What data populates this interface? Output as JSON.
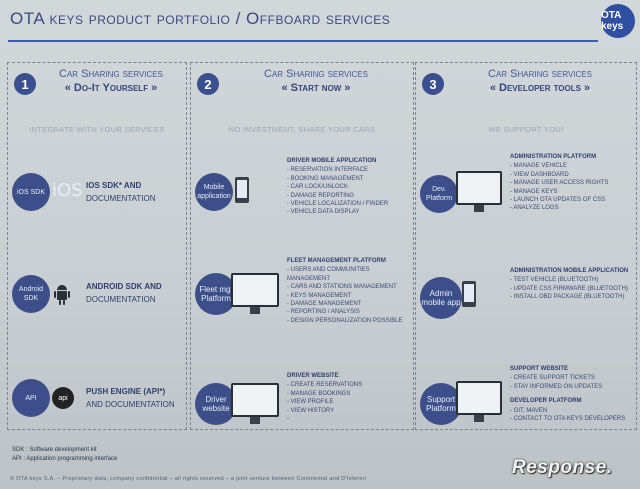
{
  "title": "OTA keys product portfolio / Offboard services",
  "logo_text": "OTA keys",
  "columns": [
    {
      "number": "1",
      "heading": "Car Sharing services",
      "subheading": "« Do-It Yourself »",
      "tagline": "Integrate with your services",
      "rows": [
        {
          "circle": "iOS SDK",
          "logo": "iOS",
          "title": "iOS SDK* and",
          "desc": "documentation"
        },
        {
          "circle": "Android SDK",
          "title": "Android SDK and",
          "desc": "documentation"
        },
        {
          "circle": "API",
          "logo": "api",
          "title": "Push engine (API*)",
          "desc": "and documentation"
        }
      ]
    },
    {
      "number": "2",
      "heading": "Car Sharing services",
      "subheading": "« Start now »",
      "tagline": "No investment, share your cars",
      "rows": [
        {
          "circle": "Mobile application",
          "list_title": "Driver mobile application",
          "items": [
            "Reservation interface",
            "Booking management",
            "Car lock/unlock",
            "Damage reporting",
            "Vehicle localization / Finder",
            "Vehicle data display"
          ]
        },
        {
          "circle": "Fleet mgt Platform",
          "list_title": "Fleet management Platform",
          "items": [
            "Users and communities management",
            "Cars and stations management",
            "Keys management",
            "Damage management",
            "Reporting / analysis",
            "Design personalization possible"
          ]
        },
        {
          "circle": "Driver website",
          "list_title": "Driver website",
          "items": [
            "Create reservations",
            "Manage bookings",
            "View profile",
            "View history",
            ""
          ]
        }
      ]
    },
    {
      "number": "3",
      "heading": "Car Sharing services",
      "subheading": "« Developer tools »",
      "tagline": "We support you!",
      "rows": [
        {
          "circle": "Dev. Platform",
          "list_title": "Administration platform",
          "items": [
            "Manage vehicle",
            "View dashboard",
            "Manage user access rights",
            "Manage keys",
            "Launch OTA updates of CSS",
            "Analyze logs"
          ]
        },
        {
          "circle": "Admin mobile app",
          "list_title": "Administration mobile application",
          "items": [
            "Test vehicle (Bluetooth)",
            "Update CSS firmware (Bluetooth)",
            "Install OBD package (Bluetooth)"
          ]
        },
        {
          "circle": "Support Platform",
          "list_title": "Support website",
          "items": [
            "Create support tickets",
            "Stay informed on updates"
          ],
          "list_title_2": "Developer platform",
          "items_2": [
            "Git, Maven",
            "Contact to OTA keys developers"
          ]
        }
      ]
    }
  ],
  "footnotes": [
    "SDK : Software development kit",
    "API : Application programming interface"
  ],
  "footer": "© OTA keys S.A. – Proprietary data, company confidential – all rights reserved – a joint venture between Continental and D'Ieteren",
  "watermark": "Response."
}
